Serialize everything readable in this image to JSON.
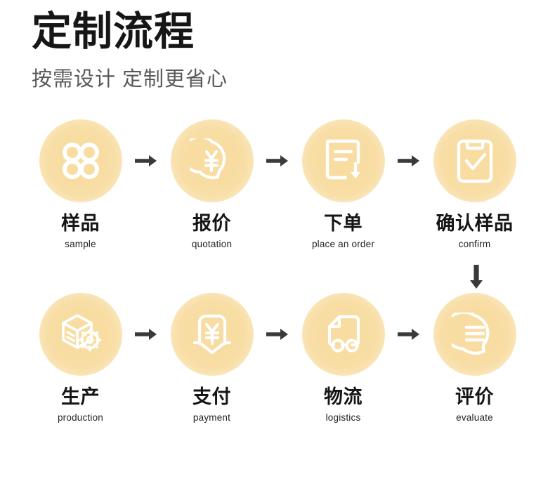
{
  "header": {
    "title": "定制流程",
    "subtitle": "按需设计 定制更省心"
  },
  "colors": {
    "bubble_fill": "#F8DCA0",
    "icon_stroke": "#FFFFFF",
    "arrow": "#3A3A3A",
    "title_text": "#161616",
    "subtitle_text": "#59595B",
    "label_cn_text": "#151515",
    "label_en_text": "#242424",
    "background": "#FFFFFF"
  },
  "flow": {
    "row1": [
      {
        "icon": "four-circles-sample-icon",
        "label_cn": "样品",
        "label_en": "sample"
      },
      {
        "icon": "speech-bubble-yuan-quotation-icon",
        "label_cn": "报价",
        "label_en": "quotation"
      },
      {
        "icon": "document-download-order-icon",
        "label_cn": "下单",
        "label_en": "place an order"
      },
      {
        "icon": "clipboard-check-confirm-icon",
        "label_cn": "确认样品",
        "label_en": "confirm"
      }
    ],
    "row2": [
      {
        "icon": "box-gear-production-icon",
        "label_cn": "生产",
        "label_en": "production"
      },
      {
        "icon": "wallet-yuan-payment-icon",
        "label_cn": "支付",
        "label_en": "payment"
      },
      {
        "icon": "delivery-truck-logistics-icon",
        "label_cn": "物流",
        "label_en": "logistics"
      },
      {
        "icon": "speech-bubble-lines-evaluate-icon",
        "label_cn": "评价",
        "label_en": "evaluate"
      }
    ],
    "connector_icon": "arrow-right-icon",
    "row_connector_icon": "arrow-down-icon"
  }
}
